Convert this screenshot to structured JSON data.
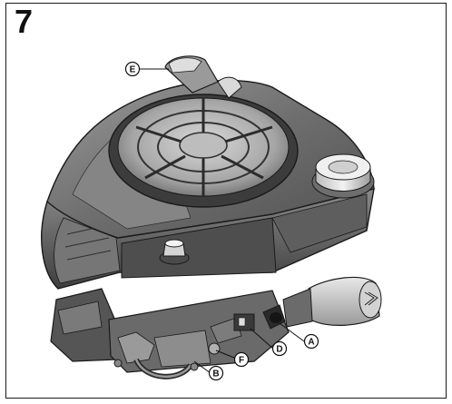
{
  "figure_number": "7",
  "callouts": {
    "a": "A",
    "b": "B",
    "d": "D",
    "e": "E",
    "f": "F"
  },
  "colors": {
    "line": "#1a1a1a",
    "engine_dark": "#5b5b5b",
    "engine_mid": "#8c8c8c",
    "engine_light": "#c4c4c4",
    "background": "#ffffff"
  }
}
